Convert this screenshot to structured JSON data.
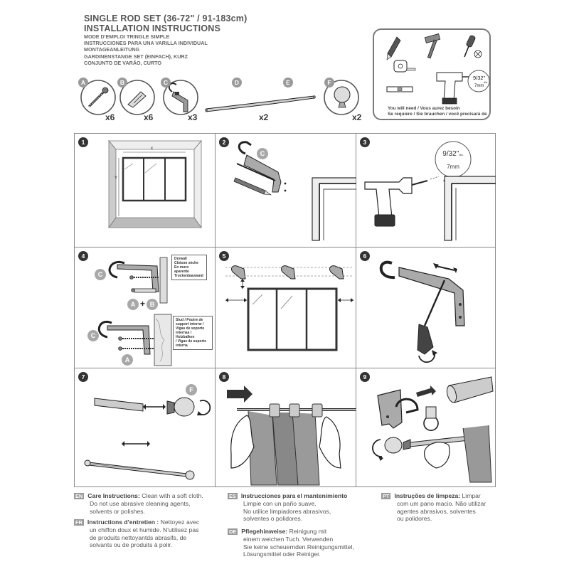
{
  "header": {
    "title": "SINGLE ROD SET (36-72\" / 91-183cm)",
    "subtitle": "INSTALLATION INSTRUCTIONS",
    "translations": [
      "MODE D'EMPLOI TRINGLE SIMPLE",
      "INSTRUCCIONES PARA UNA VARILLA INDIVIDUAL",
      "MONTAGEANLEITUNG",
      "GARDINENSTANGE SET (EINFACH), KURZ",
      "CONJUNTO DE VARÃO, CURTO"
    ]
  },
  "parts": [
    {
      "letter": "A",
      "qty": "x6",
      "icon": "screw-icon"
    },
    {
      "letter": "B",
      "qty": "x6",
      "icon": "wall-anchor-icon"
    },
    {
      "letter": "C",
      "qty": "x3",
      "icon": "bracket-icon"
    },
    {
      "letter": "D",
      "qty": "",
      "icon": "rod-icon"
    },
    {
      "letter": "E",
      "qty": "x2",
      "icon": "rod-icon"
    },
    {
      "letter": "F",
      "qty": "x2",
      "icon": "finial-icon"
    }
  ],
  "tools": {
    "icons": [
      "pencil-icon",
      "hammer-icon",
      "screwdriver-icon",
      "tape-measure-icon",
      "level-icon",
      "drill-icon"
    ],
    "bit_size": {
      "fraction": "9/32\"",
      "dia": "dia.",
      "mm": "7mm"
    },
    "you_will_need": [
      "You will need / Vous aurez besoin",
      "Se requiere / Sie brauchen / você precisará de"
    ]
  },
  "steps": [
    {
      "number": "1",
      "dim_x": "x",
      "dim_y": "Y"
    },
    {
      "number": "2",
      "part": "C"
    },
    {
      "number": "3",
      "bit_fraction": "9/32\"",
      "bit_dia": "dia.",
      "bit_mm": "7mm"
    },
    {
      "number": "4",
      "part_c": "C",
      "part_a": "A",
      "plus": "+",
      "part_b": "B",
      "drywall_note": [
        "Drywall",
        "Cloison sèche",
        "En muro aparente",
        "Trockenbauwand"
      ],
      "stud_note": [
        "Stud / Poutre de",
        "support interne /",
        "Vigas de soporte",
        "internas / Holzbalken",
        "/ Vigas de suporte interna"
      ]
    },
    {
      "number": "5"
    },
    {
      "number": "6"
    },
    {
      "number": "7",
      "part": "F"
    },
    {
      "number": "8"
    },
    {
      "number": "9"
    }
  ],
  "care": [
    {
      "lang": "EN",
      "title": "Care Instructions:",
      "text": "Clean with a soft cloth.",
      "lines": [
        "Do not use abrasive cleaning agents,",
        "solvents or polishes."
      ]
    },
    {
      "lang": "FR",
      "title": "Instructions d'entretien :",
      "text": "Nettoyez avec",
      "lines": [
        "un chiffon doux et humide. N'utilisez pas",
        "de produits nettoyantds abrasifs, de",
        "solvants ou de produits à polir."
      ]
    },
    {
      "lang": "ES",
      "title": "Instrucciones para el mantenimiento",
      "text": "",
      "lines": [
        "Limpie con un paño suave.",
        "No utilice limpiadores abrasivos,",
        "solventes o polidores."
      ]
    },
    {
      "lang": "DE",
      "title": "Pflegehinweise:",
      "text": "Reinigung mit",
      "lines": [
        "einem weichen Tuch. Verwenden",
        "Sie keine scheuernden Reinigungsmittel,",
        "Lösungsmittel oder Reiniger."
      ]
    },
    {
      "lang": "PT",
      "title": "Instruções de limpeza:",
      "text": "Limpar",
      "lines": [
        "com um pano macio. Não utilizar",
        "agentes abrasivos, solventes",
        "ou polidores."
      ]
    }
  ],
  "colors": {
    "tag_gray": "#a8a8a8",
    "line": "#333333",
    "border": "#8a8a8a"
  }
}
